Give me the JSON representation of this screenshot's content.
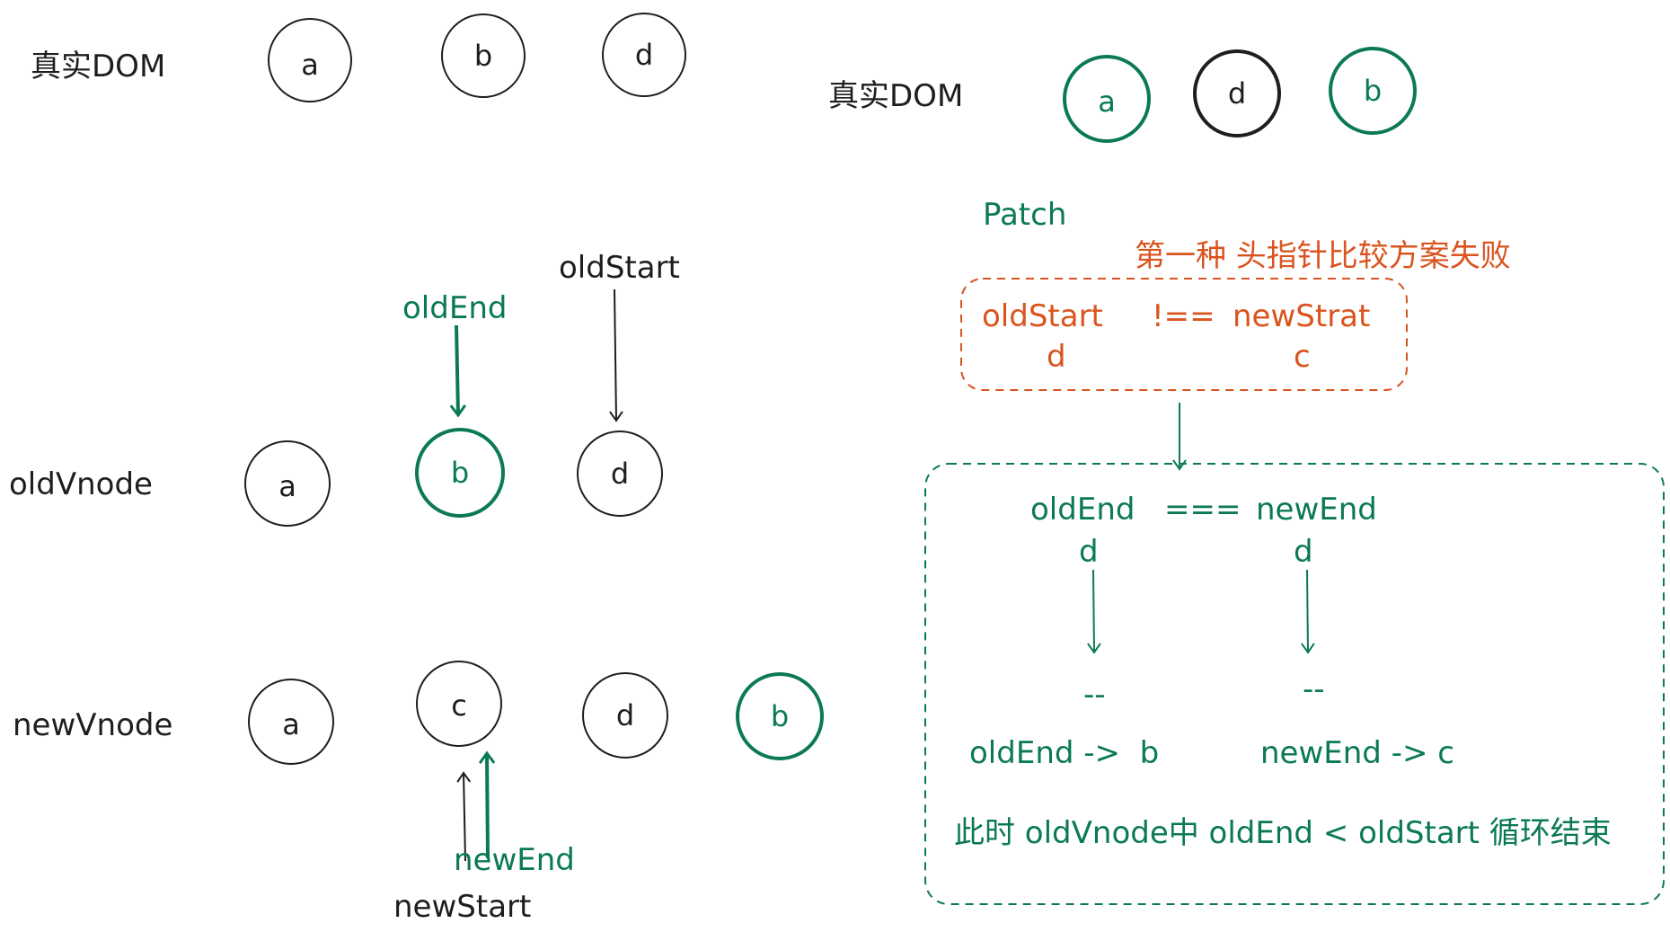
{
  "colors": {
    "ink": "#1e1e1e",
    "green": "#0b7a52",
    "red": "#d9541e"
  },
  "left": {
    "real_dom": {
      "label": "真实DOM",
      "nodes": [
        "a",
        "b",
        "d"
      ]
    },
    "old_vnode": {
      "label": "oldVnode",
      "nodes": [
        "a",
        "b",
        "d"
      ]
    },
    "new_vnode": {
      "label": "newVnode",
      "nodes": [
        "a",
        "c",
        "d",
        "b"
      ]
    },
    "pointers": {
      "old_end": "oldEnd",
      "old_start": "oldStart",
      "new_end": "newEnd",
      "new_start": "newStart"
    }
  },
  "right": {
    "real_dom": {
      "label": "真实DOM",
      "nodes": [
        "a",
        "d",
        "b"
      ]
    },
    "patch_label": "Patch",
    "fail_title": "第一种 头指针比较方案失败",
    "compare_head": {
      "left_name": "oldStart",
      "operator": "!==",
      "right_name": "newStrat",
      "left_value": "d",
      "right_value": "c"
    },
    "compare_tail": {
      "left_name": "oldEnd",
      "operator": "===",
      "right_name": "newEnd",
      "left_value": "d",
      "right_value": "d"
    },
    "decrement": {
      "left": "--",
      "right": "--"
    },
    "result": {
      "left": "oldEnd ->  b",
      "right": "newEnd -> c"
    },
    "conclusion": "此时 oldVnode中 oldEnd < oldStart 循环结束"
  }
}
